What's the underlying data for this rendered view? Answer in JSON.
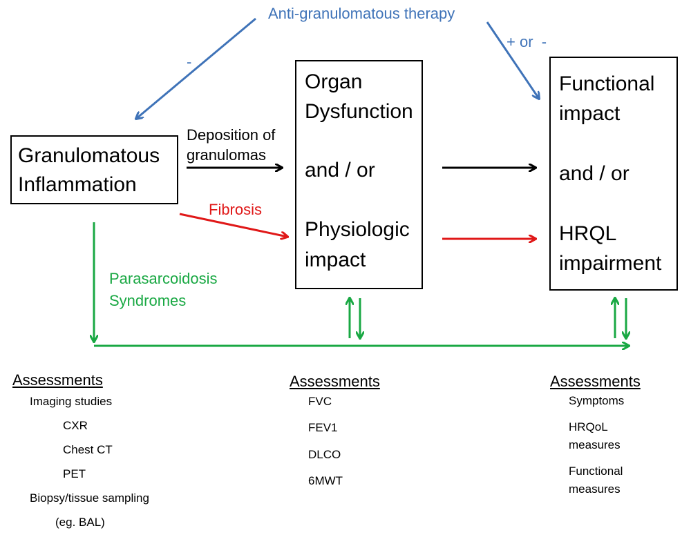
{
  "therapy": {
    "label": "Anti-granulomatous therapy",
    "minus_sign": "-",
    "plus_minus": "+ or  -"
  },
  "boxes": {
    "granulomatous": [
      "Granulomatous",
      "Inflammation"
    ],
    "organ": [
      "Organ",
      "Dysfunction",
      "and / or",
      "Physiologic",
      "impact"
    ],
    "functional": [
      "Functional",
      "impact",
      "and / or",
      "HRQL",
      "impairment"
    ]
  },
  "edges": {
    "deposition": [
      "Deposition of",
      "granulomas"
    ],
    "fibrosis": "Fibrosis",
    "parasarcoidosis": [
      "Parasarcoidosis",
      "Syndromes"
    ]
  },
  "assessments": {
    "left": {
      "heading": "Assessments",
      "items": [
        "Imaging studies",
        "CXR",
        "Chest CT",
        "PET",
        "Biopsy/tissue sampling",
        "(eg. BAL)"
      ]
    },
    "middle": {
      "heading": "Assessments",
      "items": [
        "FVC",
        "FEV1",
        "DLCO",
        "6MWT"
      ]
    },
    "right": {
      "heading": "Assessments",
      "items": [
        "Symptoms",
        "HRQoL",
        "measures",
        "Functional",
        "measures"
      ]
    }
  },
  "colors": {
    "blue": "#3f73b8",
    "red": "#e01818",
    "green": "#19a843",
    "black": "#000000"
  }
}
